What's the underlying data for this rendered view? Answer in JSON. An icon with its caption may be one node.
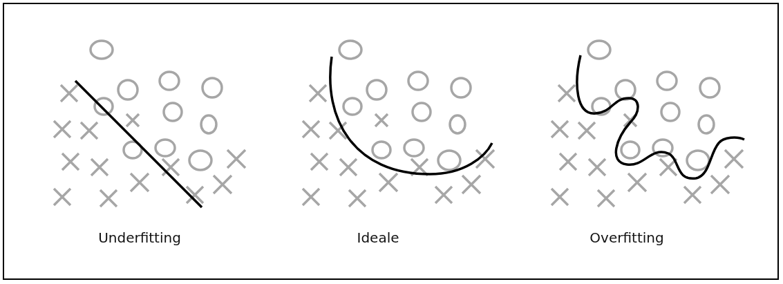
{
  "diagram": {
    "labels": [
      "Underfitting",
      "Ideale",
      "Overfitting"
    ]
  }
}
